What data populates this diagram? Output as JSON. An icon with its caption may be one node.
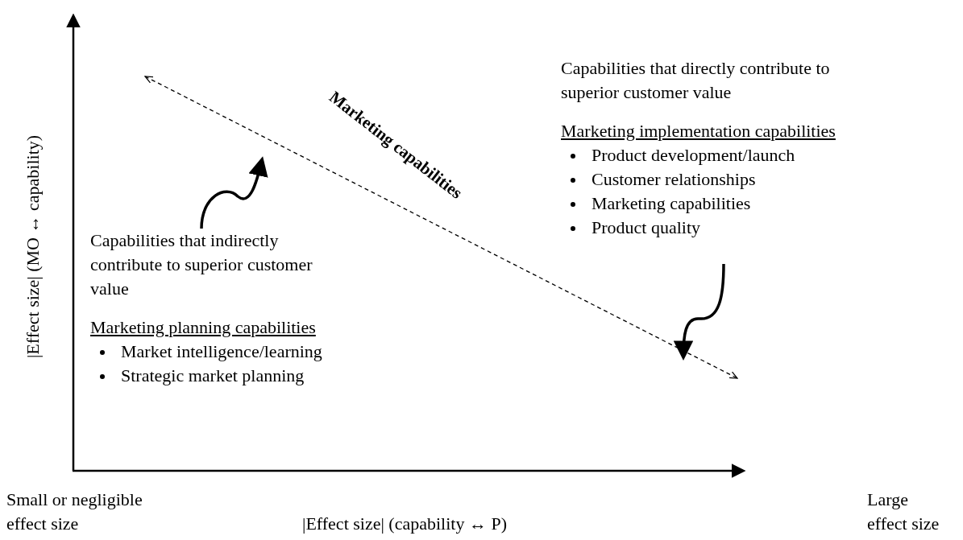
{
  "diagram": {
    "nodes": [
      {
        "text": [
          "Capabilities that indirectly contribute to superior customer value",
          "Marketing planning capabilities",
          "Market intelligence/learning",
          "Strategic market planning"
        ]
      },
      {
        "text": [
          "Capabilities that directly contribute to superior customer value",
          "Marketing implementation capabilities",
          "Product development/launch",
          "Customer relationships",
          "Marketing capabilities",
          "Product quality"
        ]
      }
    ],
    "edges": [
      {
        "from": 0,
        "to": null,
        "arrow": "to"
      },
      {
        "from": 1,
        "to": null,
        "arrow": "to"
      }
    ],
    "labels": [
      "Marketing capabilities",
      "|Effect size| (MO ↔ capability)",
      "Small or negligible effect size",
      "|Effect size| (capability ↔ P)",
      "Large effect size"
    ]
  }
}
